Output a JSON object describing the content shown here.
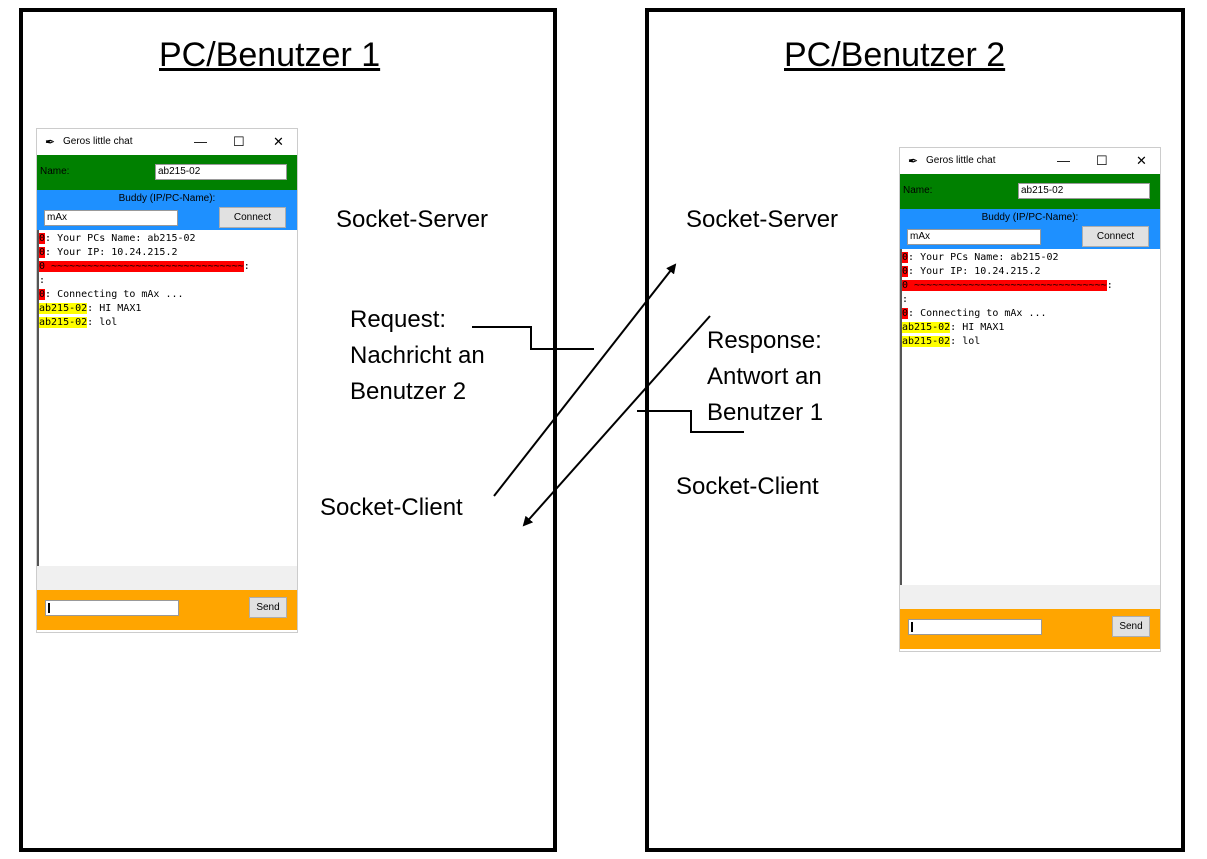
{
  "pc1": {
    "title": "PC/Benutzer 1",
    "server_label": "Socket-Server",
    "client_label": "Socket-Client",
    "request_label": "Request: Nachricht an Benutzer 2"
  },
  "pc2": {
    "title": "PC/Benutzer 2",
    "server_label": "Socket-Server",
    "client_label": "Socket-Client",
    "response_label": "Response: Antwort an Benutzer 1"
  },
  "chat": {
    "window_title": "Geros little chat",
    "name_label": "Name:",
    "name_value": "ab215-02",
    "buddy_label": "Buddy (IP/PC-Name):",
    "buddy_value": "mAx",
    "connect_label": "Connect",
    "send_label": "Send",
    "log": [
      {
        "prefix": "0",
        "text": ": Your PCs Name: ab215-02"
      },
      {
        "prefix": "0",
        "text": ": Your IP: 10.24.215.2"
      },
      {
        "prefix": "0 ~~~~~~~~~~~~~~~~~~~~~~~~~~~~~~~~",
        "text": ":"
      },
      {
        "prefix": "",
        "text": ":"
      },
      {
        "prefix": "0",
        "text": ": Connecting to mAx ..."
      },
      {
        "prefix": "ab215-02",
        "text": ": HI MAX1"
      },
      {
        "prefix": "ab215-02",
        "text": ": lol"
      }
    ]
  },
  "colors": {
    "name_bar": "#008000",
    "buddy_bar": "#1e90ff",
    "send_bar": "#ffa500",
    "system_highlight": "#ff0000",
    "user_highlight": "#ffff00"
  }
}
